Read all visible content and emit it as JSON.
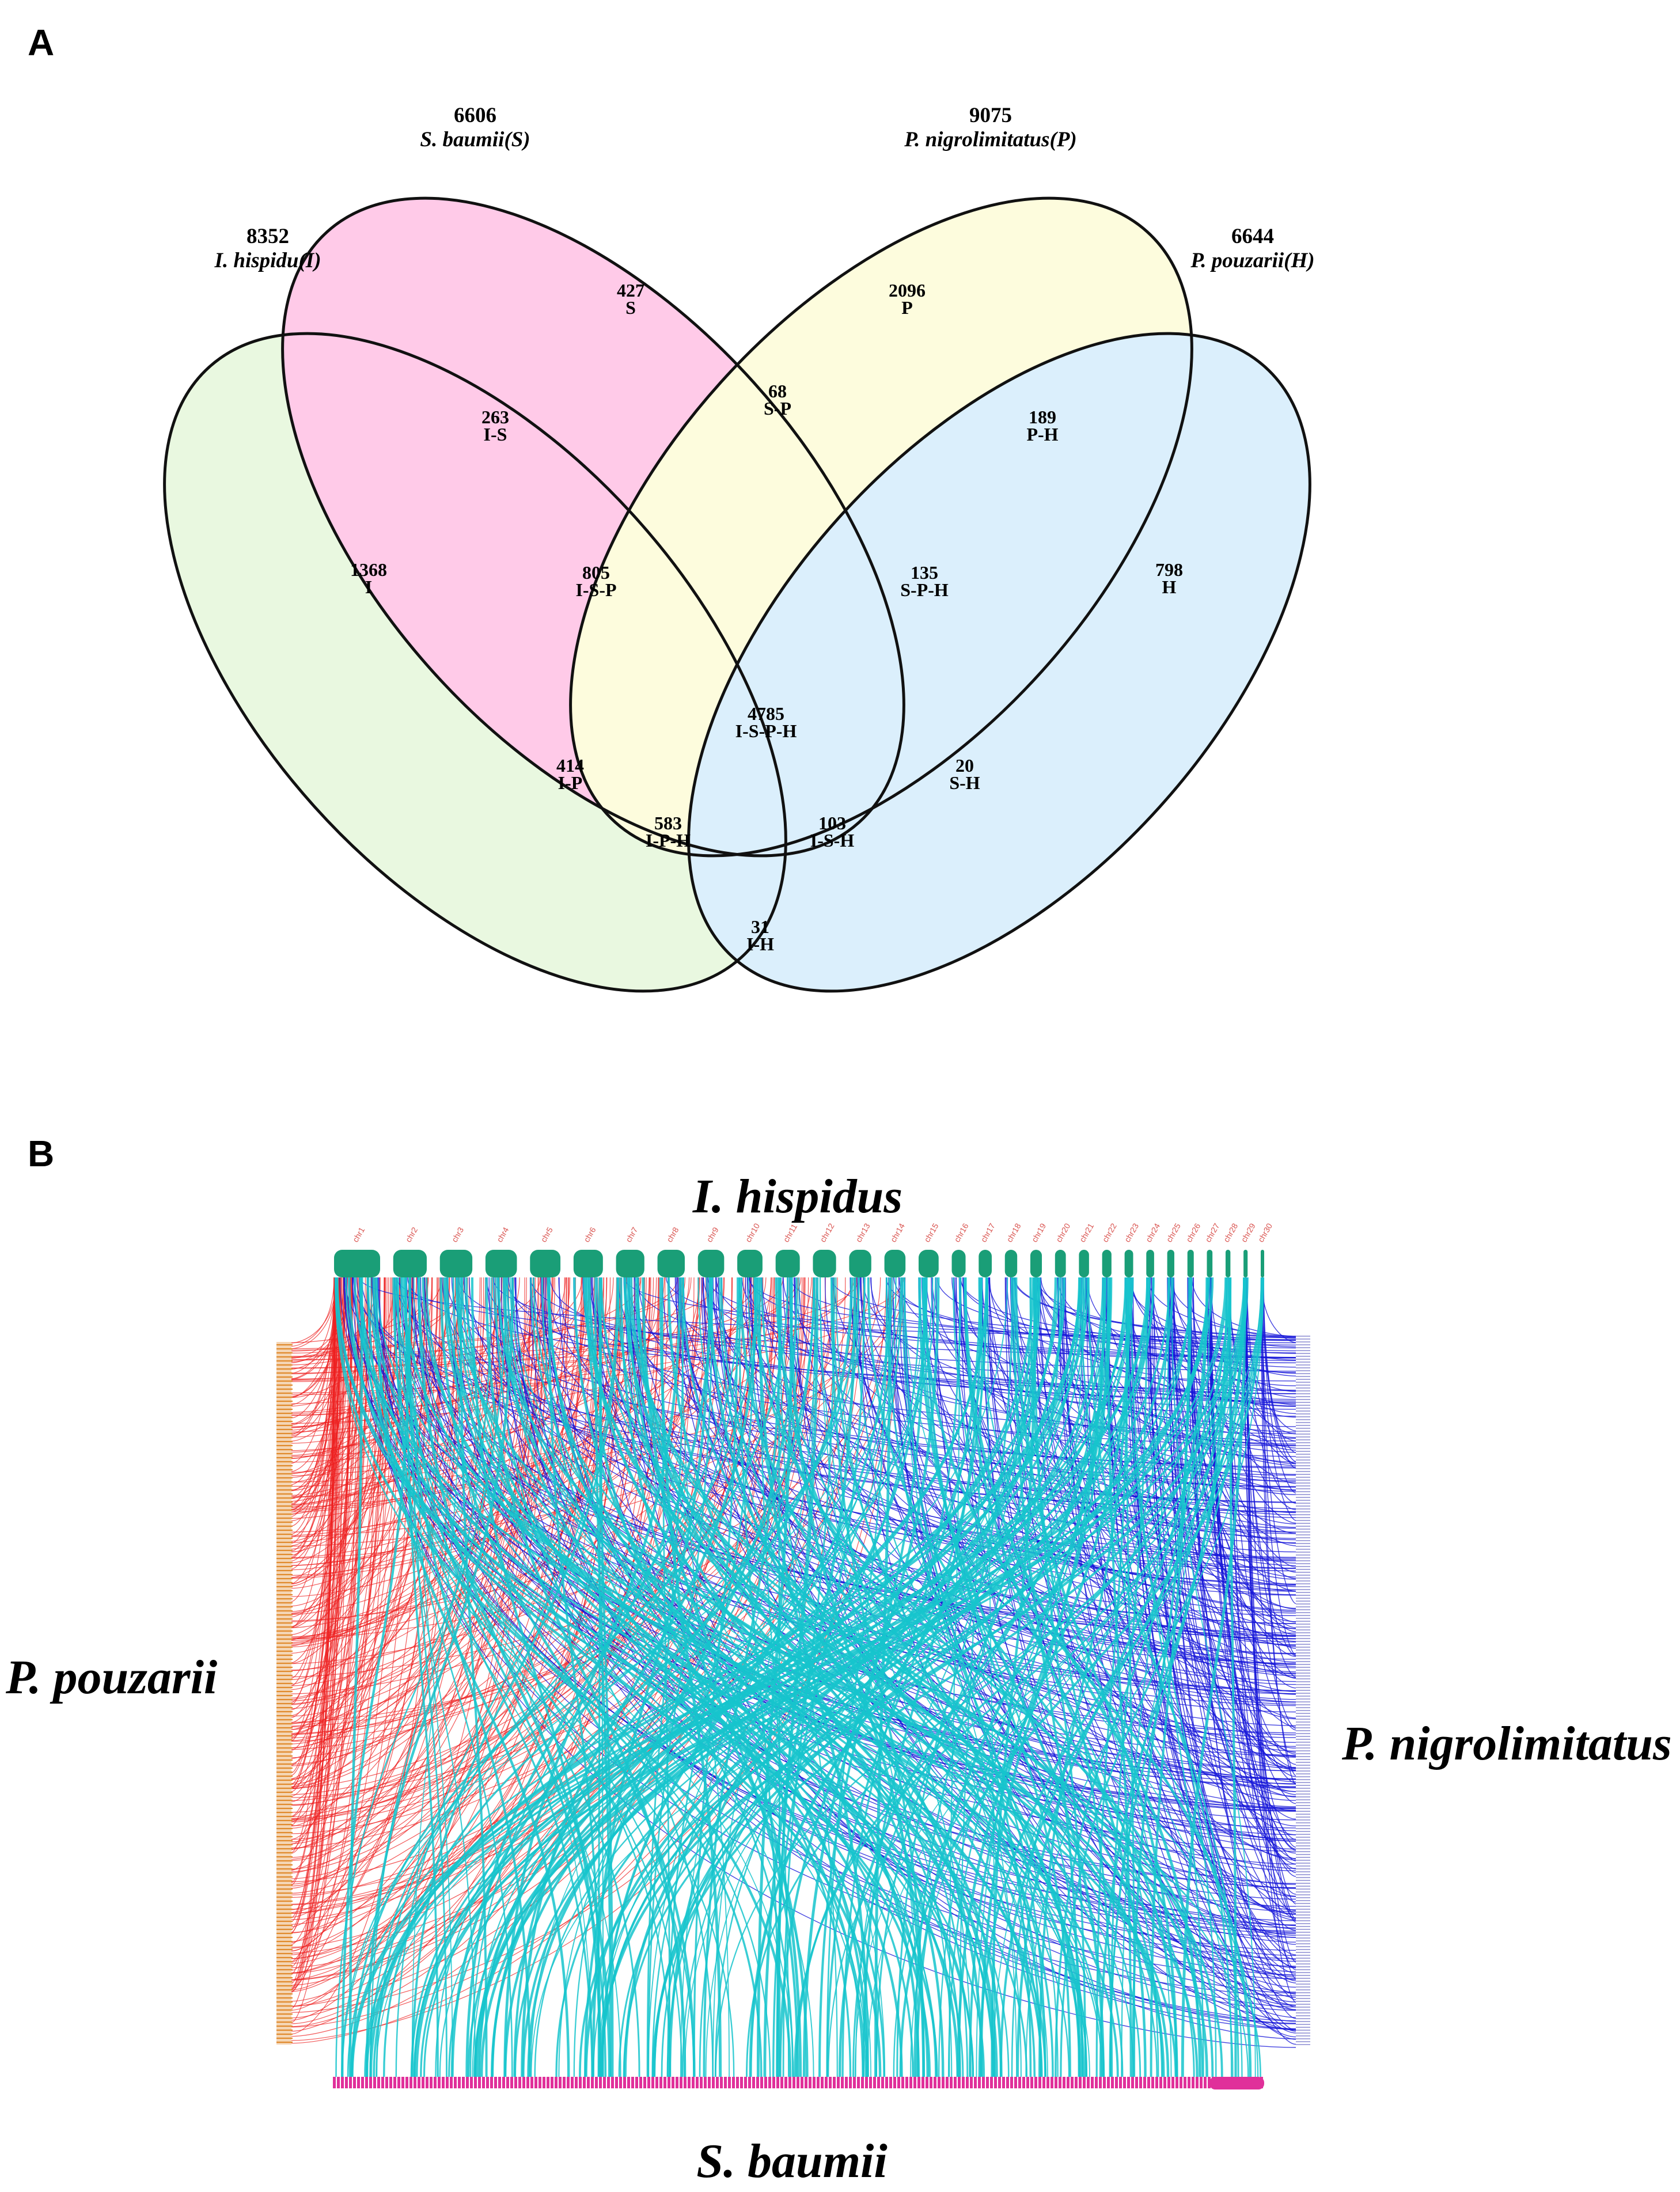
{
  "panels": {
    "a": "A",
    "b": "B"
  },
  "venn": {
    "sets": [
      {
        "key": "I",
        "count": "8352",
        "name": "I. hispidu(I)",
        "color": "#d8f4c8"
      },
      {
        "key": "S",
        "count": "6606",
        "name": "S. baumii(S)",
        "color": "#ff9fd6"
      },
      {
        "key": "P",
        "count": "9075",
        "name": "P. nigrolimitatus(P)",
        "color": "#fdfbc2"
      },
      {
        "key": "H",
        "count": "6644",
        "name": "P. pouzarii(H)",
        "color": "#bfe3fb"
      }
    ],
    "regions": [
      {
        "count": "1368",
        "label": "I"
      },
      {
        "count": "427",
        "label": "S"
      },
      {
        "count": "2096",
        "label": "P"
      },
      {
        "count": "798",
        "label": "H"
      },
      {
        "count": "263",
        "label": "I-S"
      },
      {
        "count": "68",
        "label": "S-P"
      },
      {
        "count": "189",
        "label": "P-H"
      },
      {
        "count": "805",
        "label": "I-S-P"
      },
      {
        "count": "135",
        "label": "S-P-H"
      },
      {
        "count": "4785",
        "label": "I-S-P-H"
      },
      {
        "count": "414",
        "label": "I-P"
      },
      {
        "count": "20",
        "label": "S-H"
      },
      {
        "count": "583",
        "label": "I-P-H"
      },
      {
        "count": "103",
        "label": "I-S-H"
      },
      {
        "count": "31",
        "label": "I-H"
      }
    ]
  },
  "synteny": {
    "species": {
      "top": "I. hispidus",
      "left": "P. pouzarii",
      "right": "P. nigrolimitatus",
      "bottom": "S. baumii"
    },
    "colors": {
      "top_bar": "#1a9e77",
      "left_bar": "#e08a2c",
      "right_bar": "#8a8ad0",
      "bottom_bar": "#e0309a",
      "links_left": "#ee2222",
      "links_right": "#1515d8",
      "links_bottom": "#16c4cc"
    },
    "top_chromosomes": [
      "chr1",
      "chr2",
      "chr3",
      "chr4",
      "chr5",
      "chr6",
      "chr7",
      "chr8",
      "chr9",
      "chr10",
      "chr11",
      "chr12",
      "chr13",
      "chr14",
      "chr15",
      "chr16",
      "chr17",
      "chr18",
      "chr19",
      "chr20",
      "chr21",
      "chr22",
      "chr23",
      "chr24",
      "chr25",
      "chr26",
      "chr27",
      "chr28",
      "chr29",
      "chr30"
    ]
  }
}
